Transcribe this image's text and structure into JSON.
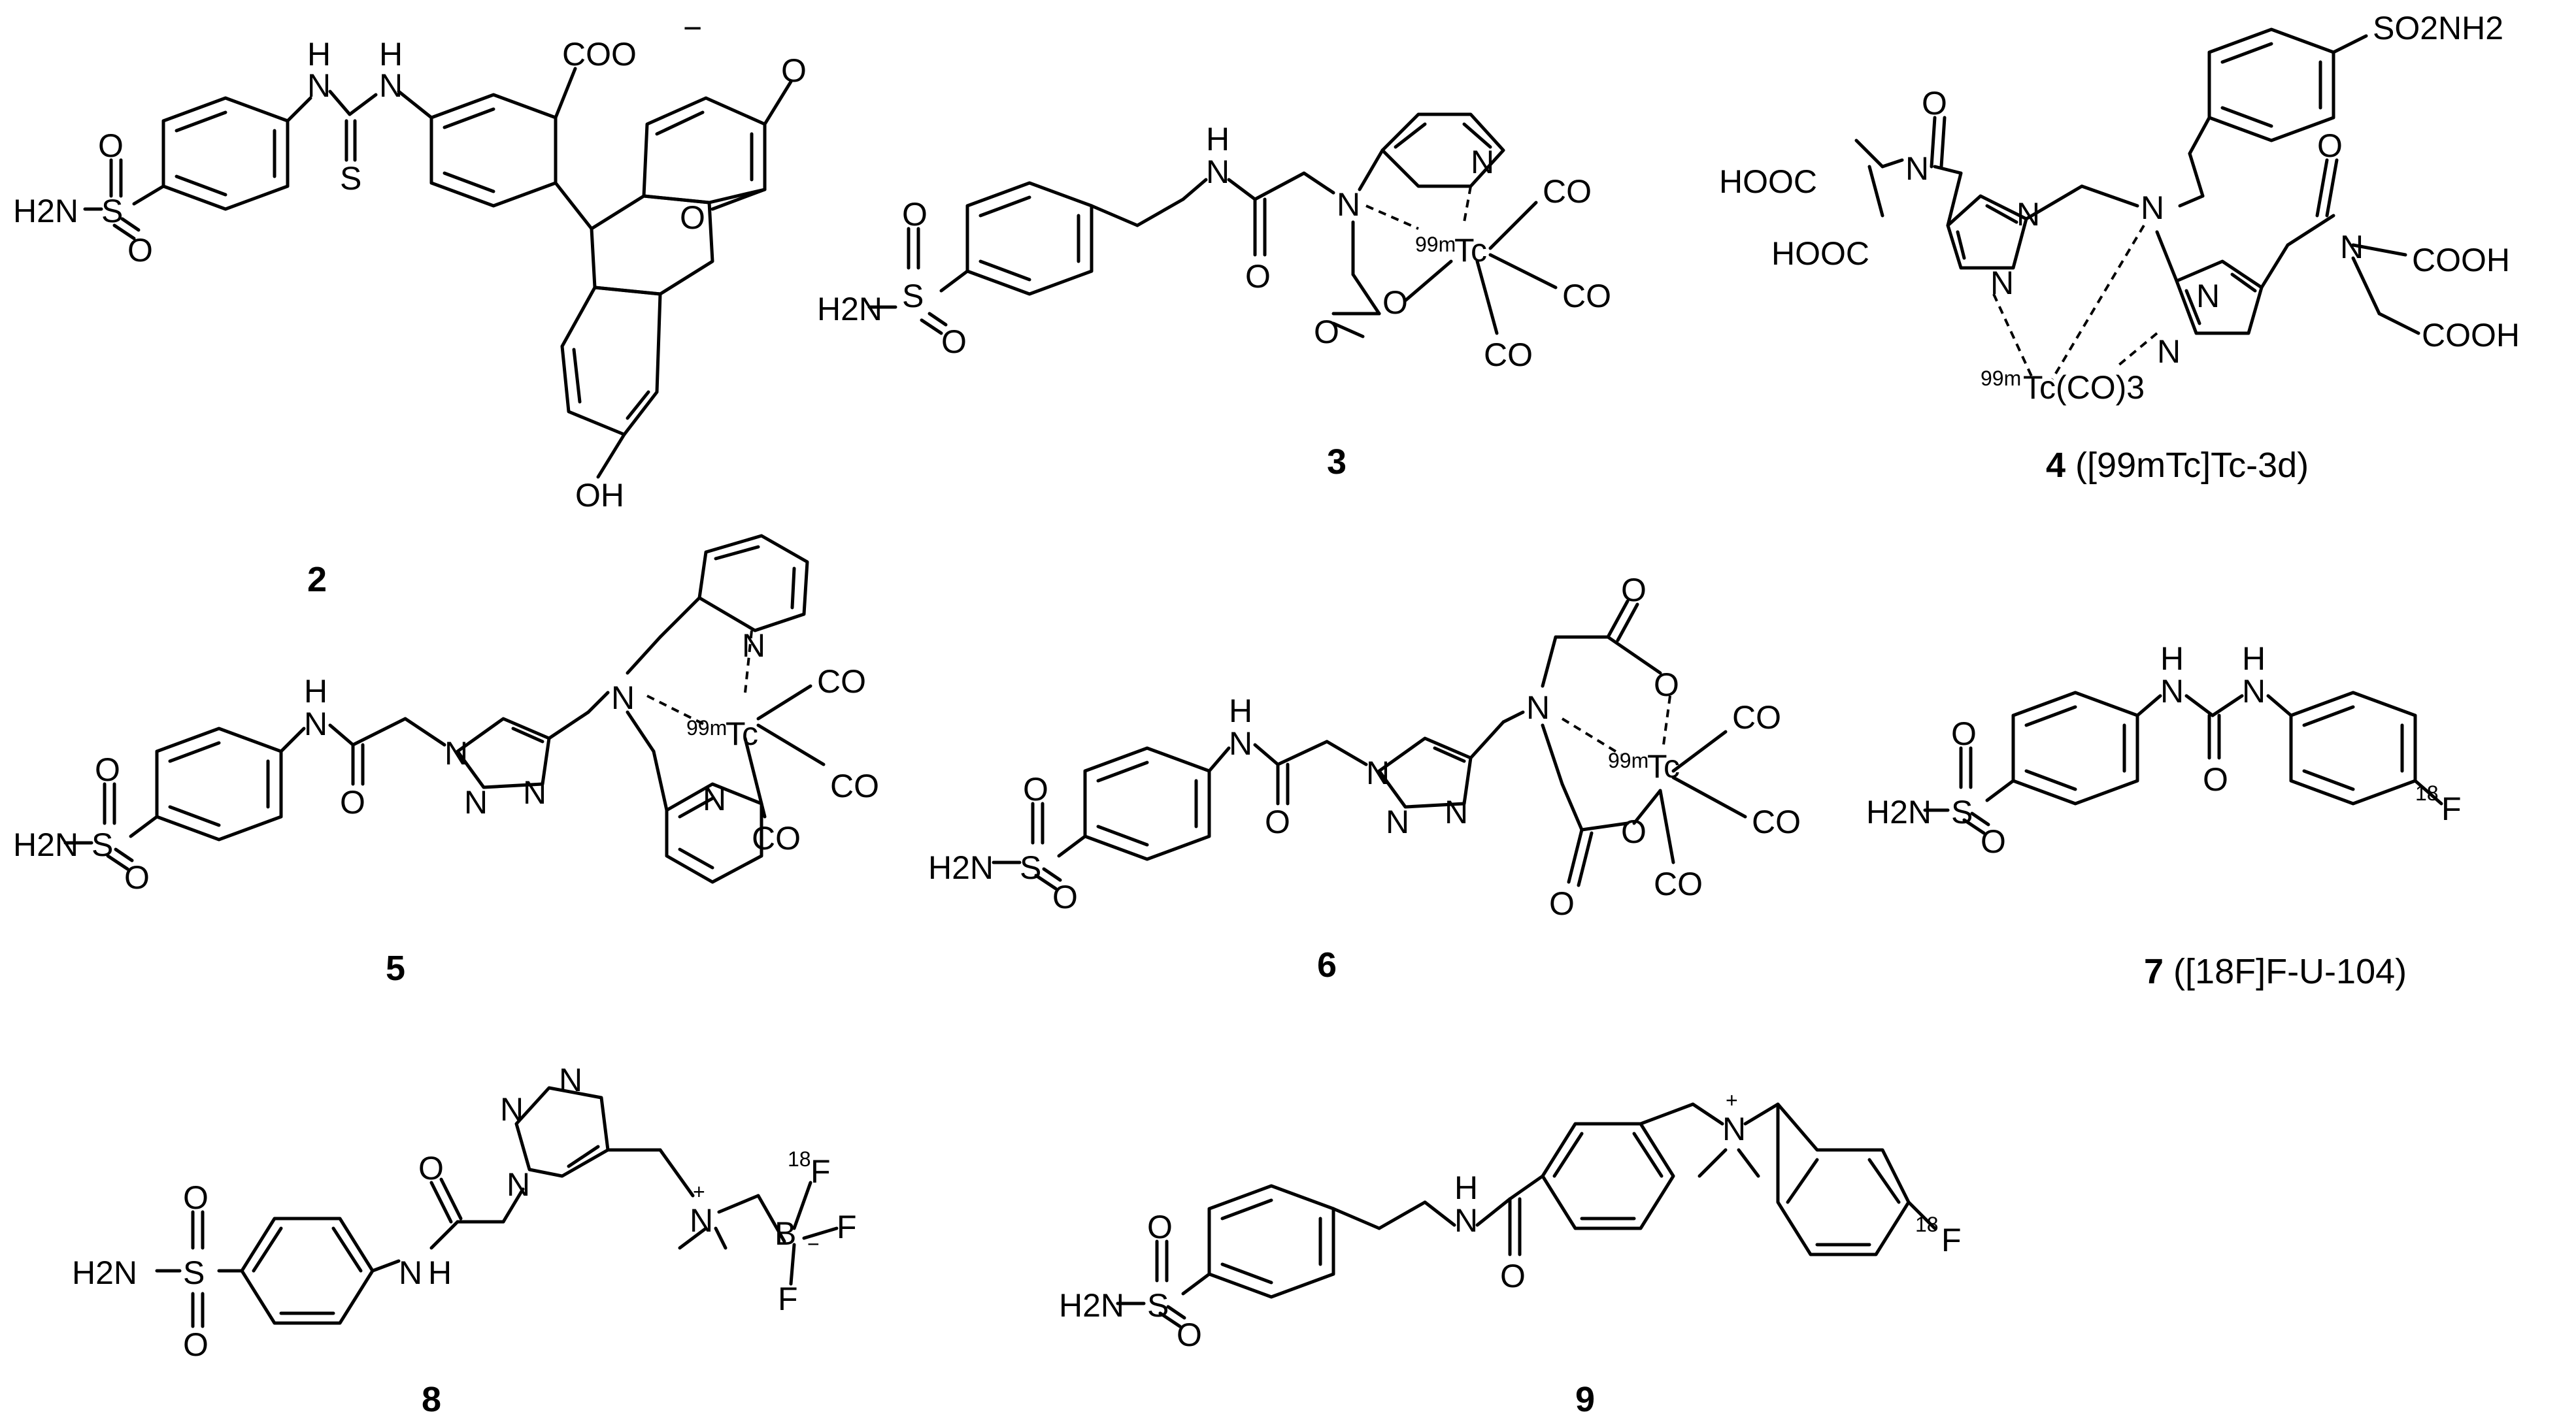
{
  "compounds": [
    {
      "id": "2",
      "label": "2",
      "name": ""
    },
    {
      "id": "3",
      "label": "3",
      "name": ""
    },
    {
      "id": "4",
      "label": "4",
      "name": " ([99mTc]Tc-3d)"
    },
    {
      "id": "5",
      "label": "5",
      "name": ""
    },
    {
      "id": "6",
      "label": "6",
      "name": ""
    },
    {
      "id": "7",
      "label": "7",
      "name": " ([18F]F-U-104)"
    },
    {
      "id": "8",
      "label": "8",
      "name": ""
    },
    {
      "id": "9",
      "label": "9",
      "name": ""
    }
  ],
  "atoms": {
    "h2n": "H2N",
    "so2nh2": "SO2NH2",
    "s": "S",
    "o": "O",
    "n": "N",
    "h": "H",
    "coo": "COO",
    "charge_minus": "−",
    "charge_plus": "+",
    "oh": "OH",
    "co": "CO",
    "tc": "Tc",
    "iso_99m": "99m",
    "iso_18": "18",
    "f": "F",
    "b": "B",
    "hooc": "HOOC",
    "cooh": "COOH",
    "tc_co3": "Tc(CO)3"
  }
}
